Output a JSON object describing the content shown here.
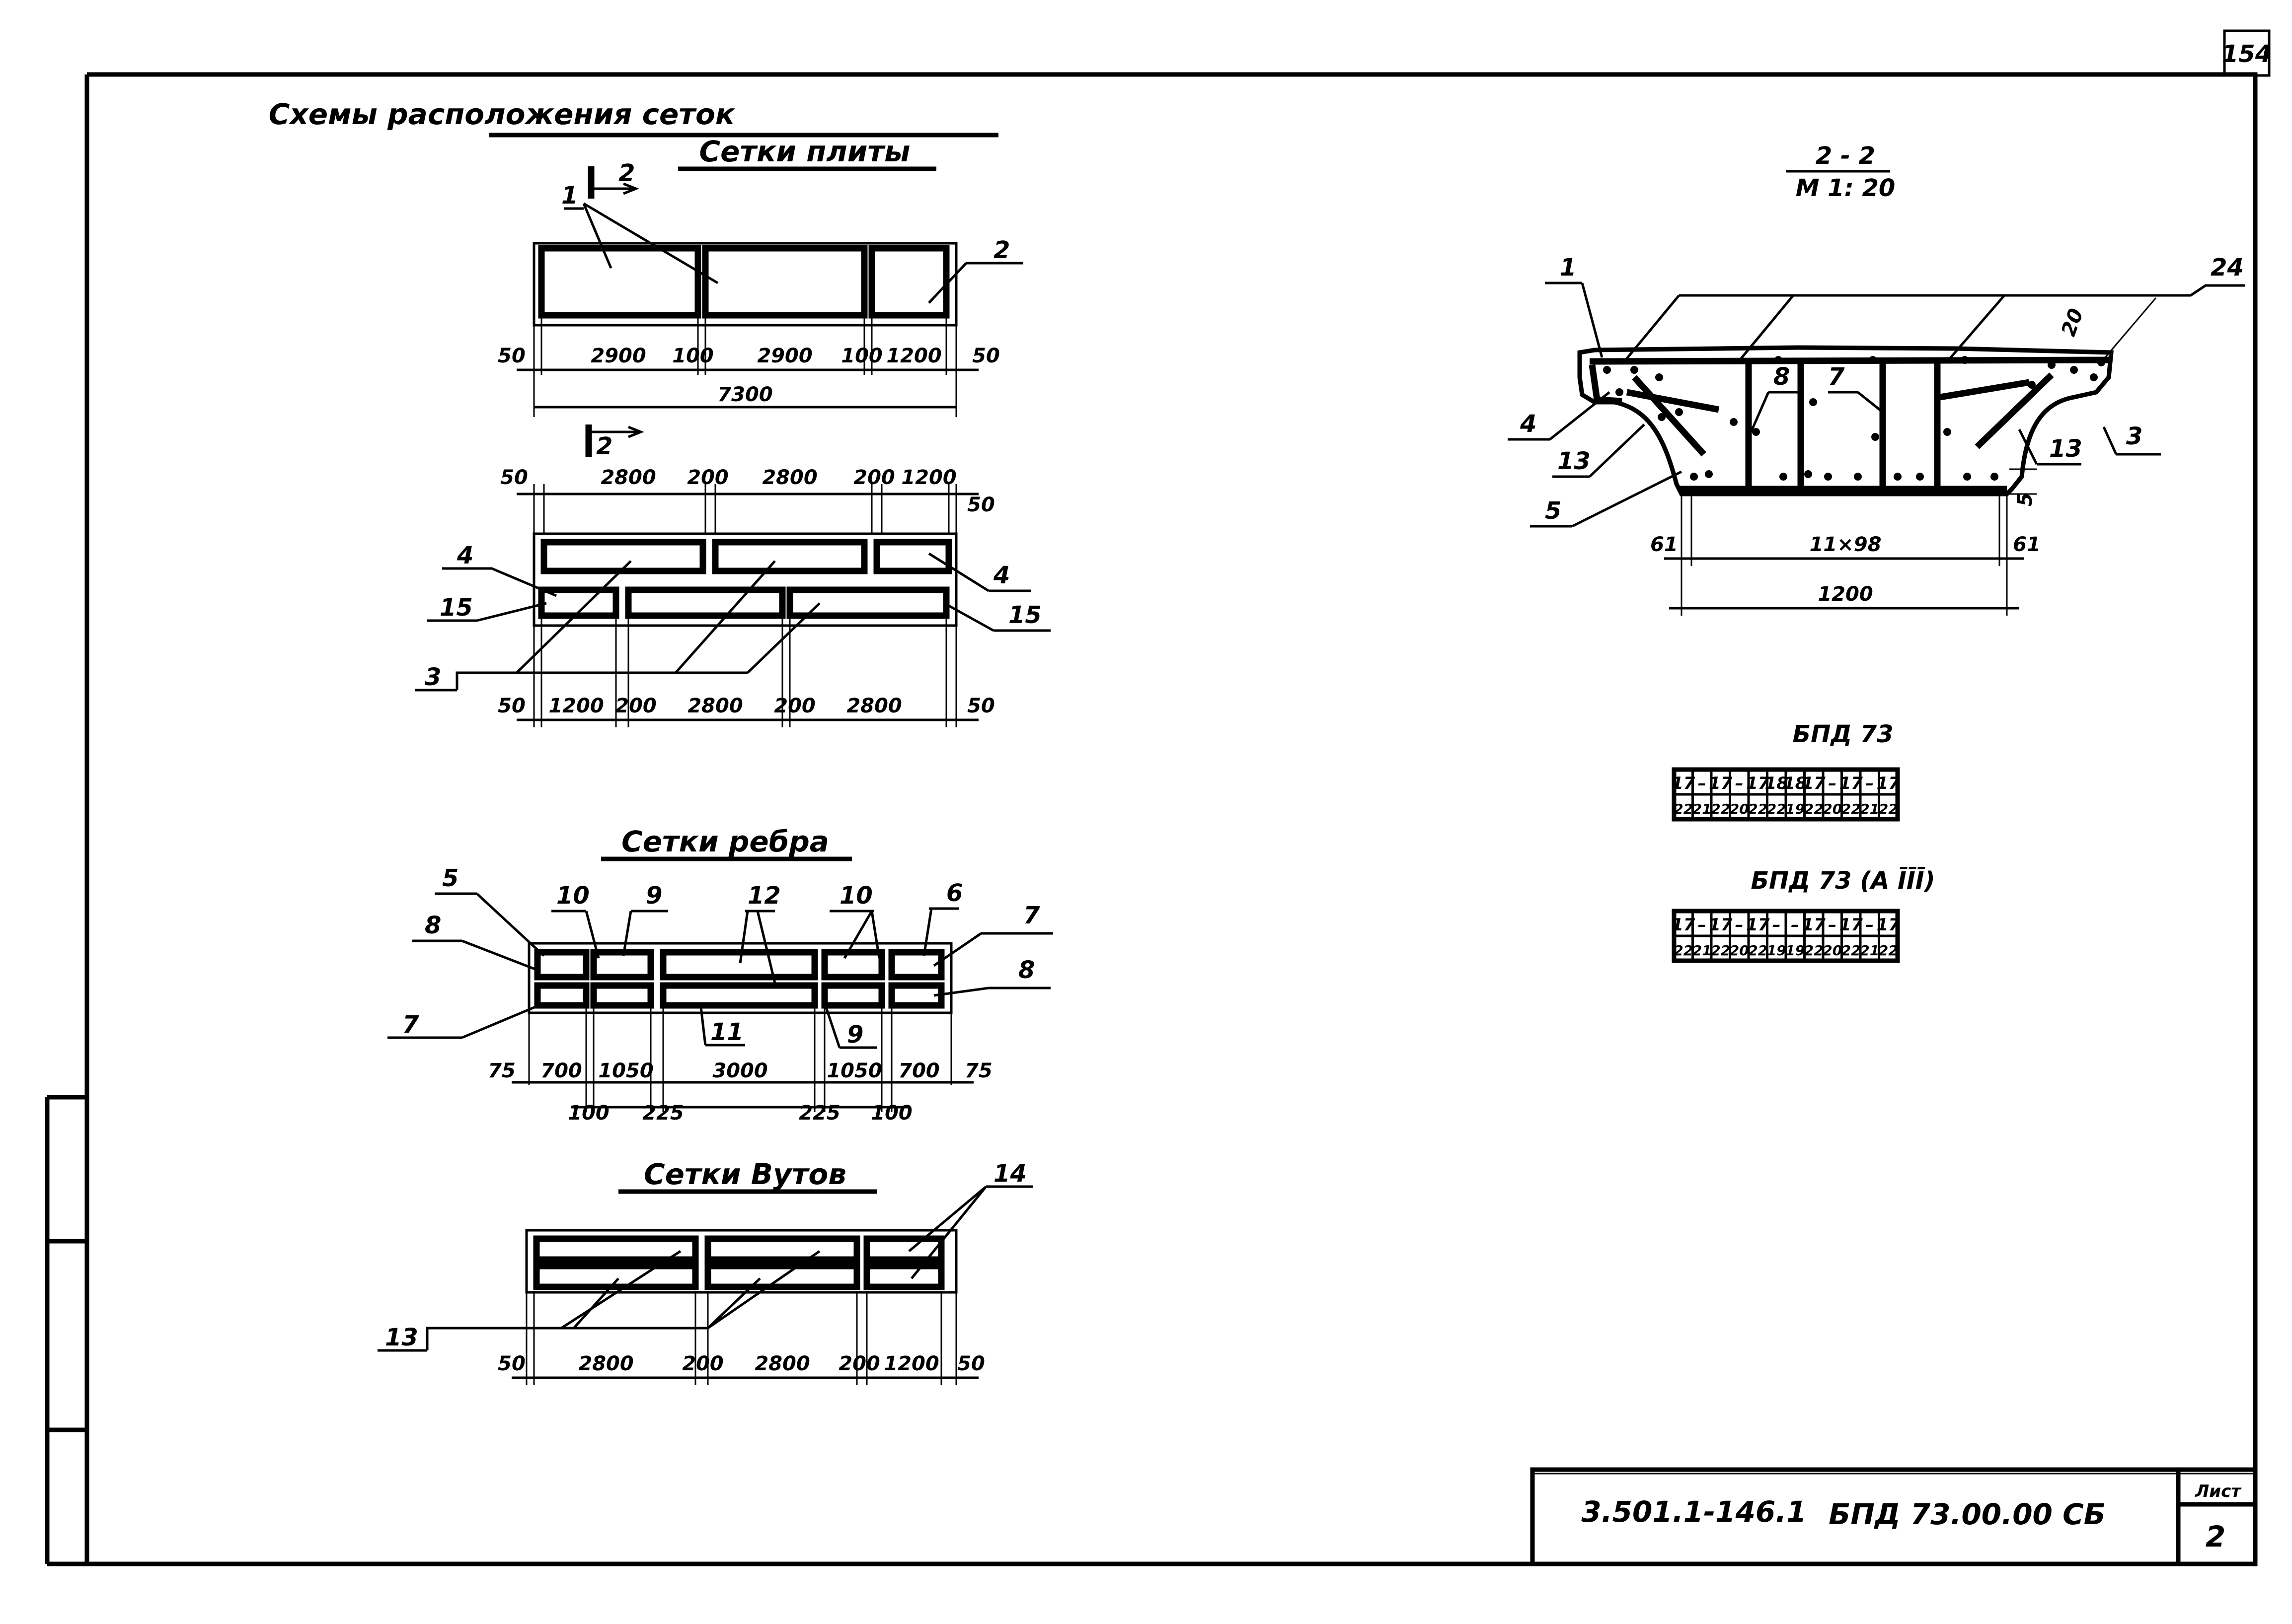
{
  "sheet_number": "154",
  "main_title": "Схемы расположения сеток",
  "plate_title": "Сетки плиты",
  "section_mark": "2",
  "plate_top": {
    "dims": [
      "50",
      "2900",
      "100",
      "2900",
      "100",
      "1200",
      "50"
    ],
    "total": "7300",
    "labels": [
      "1",
      "2"
    ]
  },
  "plate_bottom": {
    "dims_top": [
      "50",
      "2800",
      "200",
      "2800",
      "200",
      "1200",
      "50"
    ],
    "dims_bottom": [
      "50",
      "1200",
      "200",
      "2800",
      "200",
      "2800",
      "50"
    ],
    "labels": [
      "4",
      "15",
      "3",
      "4",
      "15"
    ]
  },
  "rib_title": "Сетки ребра",
  "rib": {
    "labels": [
      "5",
      "10",
      "9",
      "12",
      "10",
      "6",
      "8",
      "7",
      "7",
      "8",
      "11",
      "9"
    ],
    "dims_top": [
      "75",
      "700",
      "1050",
      "3000",
      "1050",
      "700",
      "75"
    ],
    "dims_bottom": [
      "100",
      "225",
      "225",
      "100"
    ]
  },
  "haunch_title": "Сетки Вутов",
  "haunch": {
    "labels": [
      "14",
      "13"
    ],
    "dims": [
      "50",
      "2800",
      "200",
      "2800",
      "200",
      "1200",
      "50"
    ]
  },
  "section": {
    "title": "2 - 2",
    "scale": "М 1: 20",
    "labels": [
      "1",
      "24",
      "20",
      "8",
      "7",
      "4",
      "13",
      "13",
      "3",
      "5",
      "5"
    ],
    "dims": [
      "61",
      "11×98",
      "61",
      "1200"
    ]
  },
  "table1": {
    "title": "БПД 73",
    "rows": [
      [
        "17",
        "–",
        "17",
        "–",
        "17",
        "18",
        "18",
        "17",
        "–",
        "17",
        "–",
        "17"
      ],
      [
        "22",
        "21",
        "22",
        "20",
        "22",
        "22",
        "19",
        "22",
        "20",
        "22",
        "21",
        "22"
      ]
    ]
  },
  "table2": {
    "title": "БПД 73 (А ĪĪĪ)",
    "rows": [
      [
        "17",
        "–",
        "17",
        "–",
        "17",
        "–",
        "–",
        "17",
        "–",
        "17",
        "–",
        "17"
      ],
      [
        "22",
        "21",
        "22",
        "20",
        "22",
        "19",
        "19",
        "22",
        "20",
        "22",
        "21",
        "22"
      ]
    ]
  },
  "stamp": {
    "series": "3.501.1-146.1",
    "code": "БПД 73.00.00 СБ",
    "sheet_label": "Лист",
    "sheet_no": "2"
  }
}
